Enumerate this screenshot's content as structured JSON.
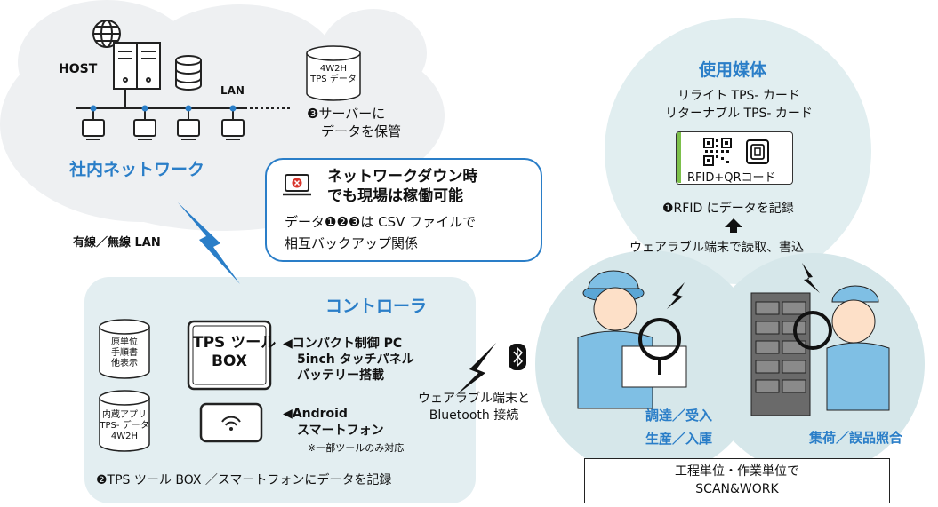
{
  "host": {
    "label": "HOST",
    "lan_label": "LAN"
  },
  "cloud": {
    "title": "社内ネットワーク",
    "wired_wireless": "有線／無線 LAN"
  },
  "server_db": {
    "line1": "4W2H",
    "line2": "TPS データ",
    "note_line1": "❸サーバーに",
    "note_line2": "データを保管"
  },
  "callout": {
    "title_line1": "ネットワークダウン時",
    "title_line2": "でも現場は稼働可能",
    "body_line1": "データ❶❷❸は CSV ファイルで",
    "body_line2": "相互バックアップ関係"
  },
  "controller": {
    "title": "コントローラ",
    "db1": [
      "原単位",
      "手順書",
      "他表示"
    ],
    "tps_box": [
      "TPS ツール",
      "BOX"
    ],
    "tps_desc": [
      "◀コンパクト制御 PC",
      "5inch タッチパネル",
      "バッテリー搭載"
    ],
    "db2": [
      "内蔵アプリ",
      "TPS- データ",
      "4W2H"
    ],
    "phone_desc": [
      "◀Android",
      "スマートフォン",
      "※一部ツールのみ対応"
    ],
    "footer": "❷TPS ツール BOX ／スマートフォンにデータを記録"
  },
  "bluetooth": {
    "line1": "ウェアラブル端末と",
    "line2": "Bluetooth 接続"
  },
  "media": {
    "title": "使用媒体",
    "line1": "リライト TPS- カード",
    "line2": "リターナブル TPS- カード",
    "card_label": "RFID+QRコード",
    "record": "❶RFID にデータを記録",
    "wearable": "ウェアラブル端末で読取、書込"
  },
  "scenes": {
    "left_line1": "調達／受入",
    "left_line2": "生産／入庫",
    "right": "集荷／誤品照合"
  },
  "footer_box": {
    "line1": "工程単位・作業単位で",
    "line2": "SCAN&WORK"
  },
  "colors": {
    "accent": "#2a7ec8",
    "cloud": "#eef0f2",
    "panel": "#e3eef1",
    "circle": "#d6e7ea"
  }
}
